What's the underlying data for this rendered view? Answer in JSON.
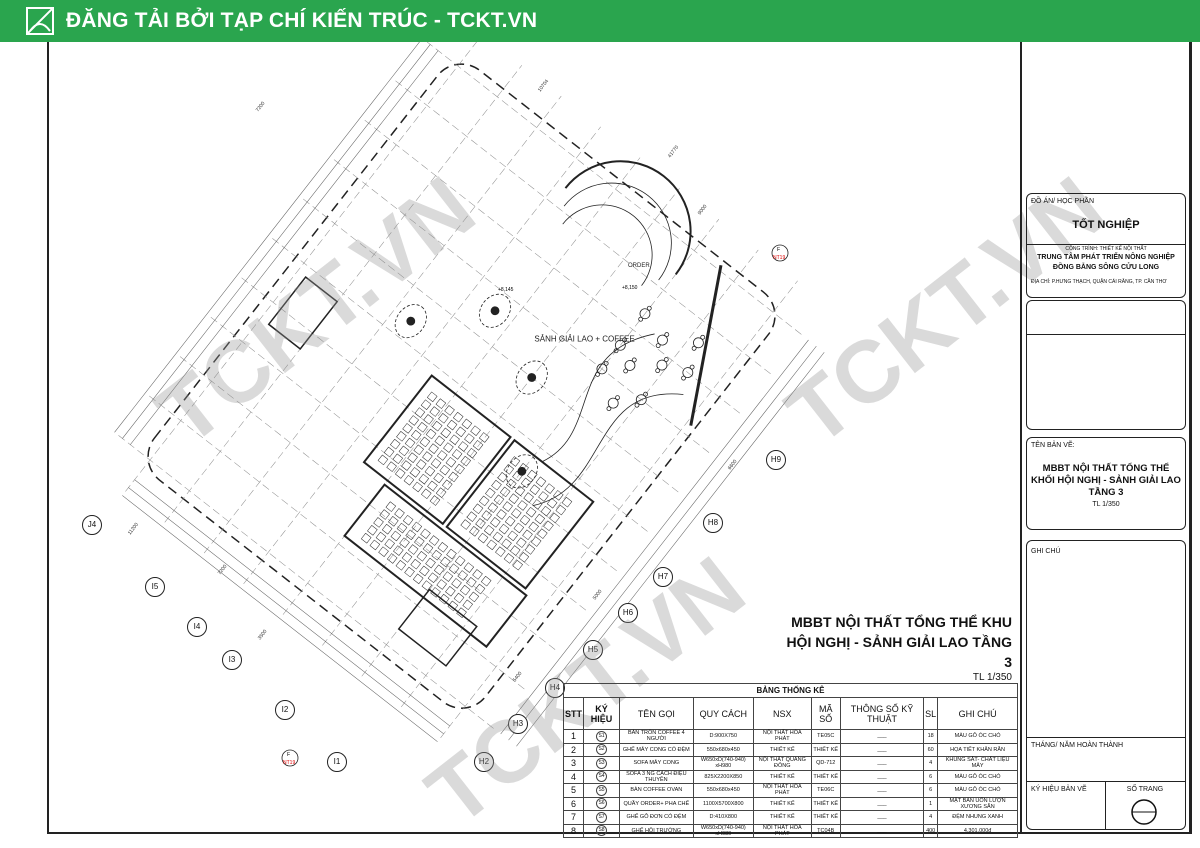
{
  "banner": {
    "title": "ĐĂNG TẢI BỞI TẠP CHÍ KIẾN TRÚC - TCKT.VN"
  },
  "watermark": "TCKT.VN",
  "plan": {
    "lobby_label": "SẢNH GIẢI LAO + COFFEE",
    "order_label": "ORDER",
    "level": "+8,150",
    "level_b": "+8,145",
    "section_mark": "F",
    "section_ref": "NT19",
    "grid_labels": [
      "J4",
      "I5",
      "I4",
      "I3",
      "I2",
      "I1",
      "H2",
      "H3",
      "H4",
      "H5",
      "H6",
      "H7",
      "H8",
      "H9"
    ],
    "dims": [
      "7200",
      "10704",
      "41770",
      "9000",
      "5000",
      "11200",
      "7200",
      "3500",
      "5400",
      "6600"
    ]
  },
  "drawing_title": {
    "line1": "MBBT NỘI THẤT TỔNG THỂ KHU",
    "line2": "HỘI NGHỊ - SẢNH GIẢI LAO TẦNG 3",
    "scale": "TL 1/350"
  },
  "table": {
    "title": "BẢNG THỐNG KÊ",
    "headers": [
      "STT",
      "KÝ HIỆU",
      "TÊN GỌI",
      "QUY CÁCH",
      "NSX",
      "MÃ SỐ",
      "THÔNG SỐ KỸ THUẬT",
      "SL",
      "GHI CHÚ"
    ],
    "rows": [
      [
        "1",
        "S1",
        "BÀN TRÒN COFFEE 4 NGƯỜI",
        "D:900X750",
        "NỘI THẤT HÒA PHÁT",
        "TE05C",
        "___",
        "18",
        "MÀU GỖ ÓC CHÓ"
      ],
      [
        "2",
        "S2",
        "GHẾ MÂY CONG CÓ ĐỆM",
        "550x680x450",
        "THIẾT KẾ",
        "THIẾT KẾ",
        "___",
        "60",
        "HỌA TIẾT KHĂN RẰN"
      ],
      [
        "3",
        "S3",
        "SOFA MÂY CONG",
        "W650xD(740-940) xH980",
        "NỘI THẤT QUANG ĐÔNG",
        "QD-712",
        "___",
        "4",
        "KHUNG SẮT- CHẤT LIỆU MÂY"
      ],
      [
        "4",
        "S4",
        "SOFA 3 NG CÁCH ĐIỆU THUYỀN",
        "825X2200X850",
        "THIẾT KẾ",
        "THIẾT KẾ",
        "___",
        "6",
        "MÀU GỖ ÓC CHÓ"
      ],
      [
        "5",
        "S5",
        "BÀN COFFEE OVAN",
        "550x680x450",
        "NỘI THẤT HÒA PHÁT",
        "TE06C",
        "___",
        "6",
        "MÀU GỖ ÓC CHÓ"
      ],
      [
        "6",
        "S6",
        "QUẦY ORDER+ PHA CHẾ",
        "1100X5700X800",
        "THIẾT KẾ",
        "THIẾT KẾ",
        "___",
        "1",
        "MẶT BÀN UỐN LƯỢN XƯƠNG SẮN"
      ],
      [
        "7",
        "S7",
        "GHẾ GỖ ĐƠN CÓ ĐỆM",
        "D:410X800",
        "THIẾT KẾ",
        "THIẾT KẾ",
        "___",
        "4",
        "ĐỆM NHUNG XANH"
      ],
      [
        "8",
        "S8",
        "GHẾ HỘI TRƯỜNG",
        "W650xD(740-940) xH980",
        "NỘI THẤT HÒA PHÁT",
        "TC04B",
        "___",
        "400",
        "4.301.000đ"
      ]
    ]
  },
  "title_block": {
    "project_label": "ĐỒ ÁN/ HỌC PHẦN",
    "project": "TỐT NGHIỆP",
    "work_label": "CÔNG TRÌNH: THIẾT KẾ NỘI THẤT",
    "work_name1": "TRUNG TÂM PHÁT TRIỂN NÔNG NGHIỆP",
    "work_name2": "ĐỒNG BẰNG SÔNG CỬU LONG",
    "address": "ĐỊA CHỈ: P.HƯNG THẠCH, QUẬN CÁI RĂNG, TP. CẦN THƠ",
    "name_label": "TÊN BẢN VẼ:",
    "name1": "MBBT NỘI THẤT TỔNG THỂ",
    "name2": "KHỐI HỘI NGHỊ - SẢNH GIẢI LAO",
    "name3": "TẦNG 3",
    "scale": "TL 1/350",
    "notes_label": "GHI CHÚ",
    "date_label": "THÁNG/ NĂM HOÀN THÀNH",
    "code_label": "KÝ HIỆU BẢN VẼ",
    "page_label": "SỐ TRANG"
  }
}
